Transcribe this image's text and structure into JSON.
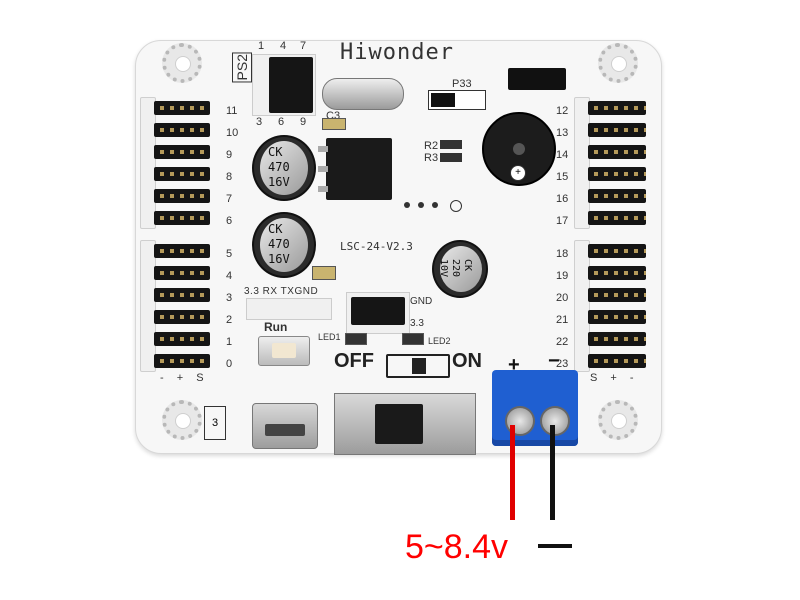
{
  "board": {
    "brand": "Hiwonder",
    "model": "LSC-24-V2.3",
    "ps2_label": "PS2",
    "ps2_pins_top": [
      "1",
      "4",
      "7"
    ],
    "ps2_pins_bottom": [
      "3",
      "6",
      "9"
    ],
    "p33": "P33",
    "c3": "C3",
    "r2": "R2",
    "r3": "R3",
    "run": "Run",
    "led1": "LED1",
    "led2": "LED2",
    "gnd": "GND",
    "v33": "3.3",
    "serial_label": "3.3 RX TXGND",
    "left_channels": [
      "11",
      "10",
      "9",
      "8",
      "7",
      "6",
      "5",
      "4",
      "3",
      "2",
      "1",
      "0"
    ],
    "right_channels": [
      "12",
      "13",
      "14",
      "15",
      "16",
      "17",
      "18",
      "19",
      "20",
      "21",
      "22",
      "23"
    ],
    "pin_legend_left": "- + S",
    "pin_legend_right": "S + -",
    "switch_off": "OFF",
    "switch_on": "ON",
    "plus": "+",
    "minus": "−",
    "cap1": [
      "CK",
      "470",
      "16V"
    ],
    "cap2": [
      "CK",
      "470",
      "16V"
    ],
    "cap3": [
      "CK",
      "220",
      "10V"
    ],
    "usb_side_label": "3"
  },
  "annotation": {
    "voltage": "5~8.4v",
    "ground": "—"
  },
  "colors": {
    "positive_wire": "#e00000",
    "negative_wire": "#111111",
    "terminal_block": "#1f5fd1",
    "board": "#f7f7f7"
  }
}
